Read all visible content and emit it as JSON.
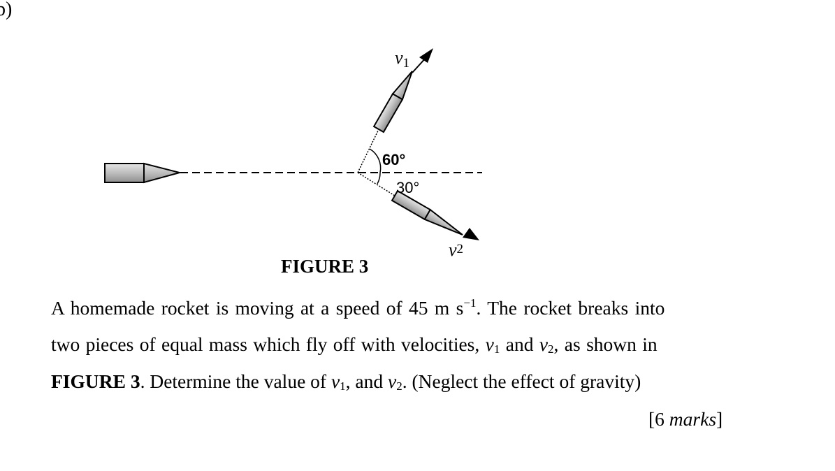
{
  "part_label": "b)",
  "figure": {
    "v1_symbol": "v",
    "v1_index": "1",
    "v2_symbol": "v",
    "v2_index": "2",
    "angle_upper": "60°",
    "angle_lower": "30°",
    "caption": "FIGURE 3"
  },
  "question": {
    "l1_a": "A homemade rocket is moving at a speed of 45 m s",
    "l1_exp": "−1",
    "l1_b": ". The rocket breaks into",
    "l2_a": "two pieces of equal mass which fly off with velocities, ",
    "l2_v1": "v",
    "l2_v1_sub": "1",
    "l2_and": " and ",
    "l2_v2": "v",
    "l2_v2_sub": "2",
    "l2_b": ", as shown in",
    "l3_bold": "FIGURE 3",
    "l3_a": ". Determine the value of ",
    "l3_v1": "v",
    "l3_v1_sub": "1",
    "l3_and": ", and ",
    "l3_v2": "v",
    "l3_v2_sub": "2",
    "l3_b": ". (Neglect the effect of gravity)"
  },
  "marks": {
    "open": "[6 ",
    "word": "marks",
    "close": "]"
  }
}
